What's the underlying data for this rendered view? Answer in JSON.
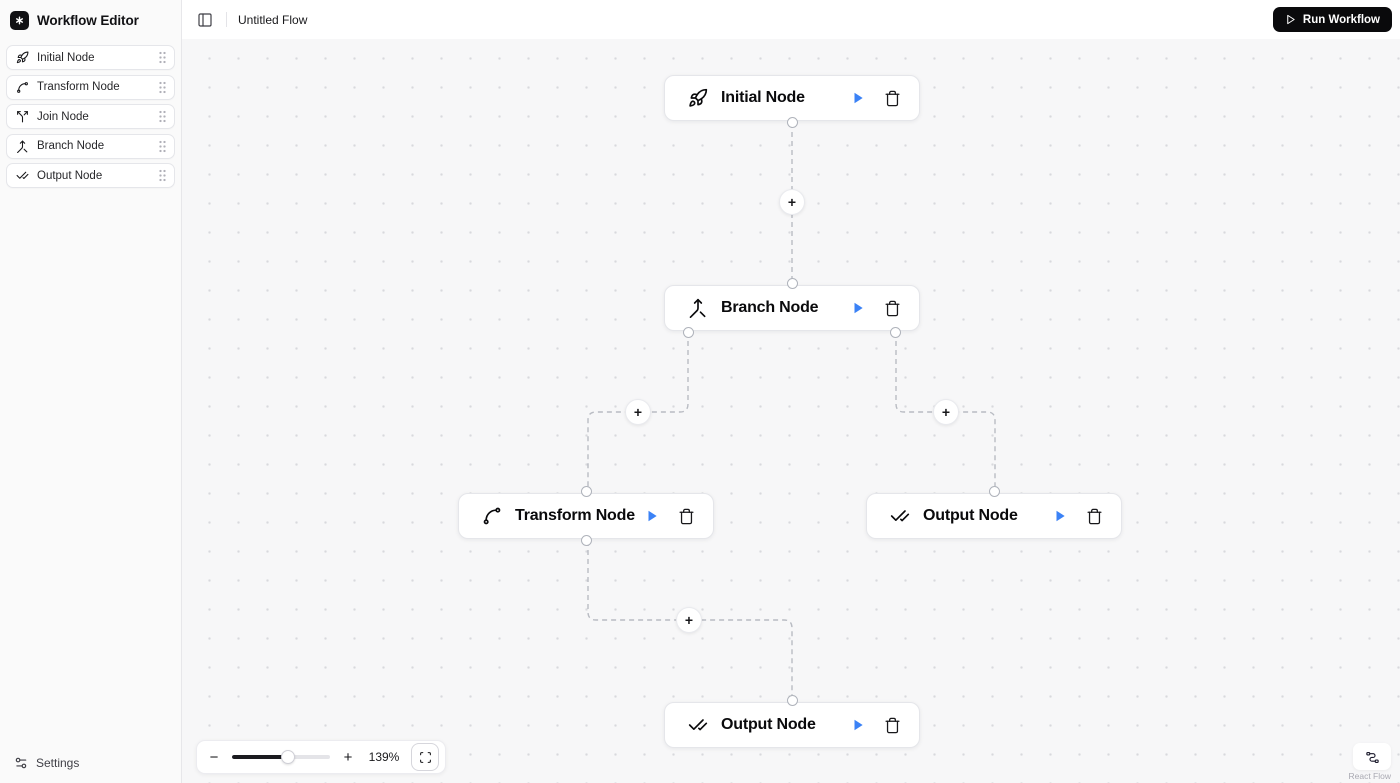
{
  "header": {
    "app_title": "Workflow Editor",
    "flow_name": "Untitled Flow",
    "run_button_label": "Run Workflow"
  },
  "sidebar": {
    "items": [
      {
        "label": "Initial Node",
        "icon": "rocket-icon"
      },
      {
        "label": "Transform Node",
        "icon": "spline-icon"
      },
      {
        "label": "Join Node",
        "icon": "split-icon"
      },
      {
        "label": "Branch Node",
        "icon": "merge-icon"
      },
      {
        "label": "Output Node",
        "icon": "check-check-icon"
      }
    ],
    "settings_label": "Settings"
  },
  "canvas": {
    "nodes": [
      {
        "id": "initial",
        "label": "Initial Node",
        "icon": "rocket-icon"
      },
      {
        "id": "branch",
        "label": "Branch Node",
        "icon": "merge-icon"
      },
      {
        "id": "transform",
        "label": "Transform Node",
        "icon": "spline-icon"
      },
      {
        "id": "output-right",
        "label": "Output Node",
        "icon": "check-check-icon"
      },
      {
        "id": "output-bottom",
        "label": "Output Node",
        "icon": "check-check-icon"
      }
    ],
    "edge_add_label": "+",
    "controls": {
      "zoom_out_label": "−",
      "zoom_in_label": "+",
      "zoom_percent": "139%"
    }
  },
  "attribution": {
    "label": "React Flow"
  },
  "colors": {
    "accent_blue": "#3b82f6",
    "run_button_bg": "#0a0a0c",
    "edge_gray": "#b9bcc3",
    "canvas_bg": "#f7f7f8",
    "dot_grid": "#d8d9dd"
  }
}
